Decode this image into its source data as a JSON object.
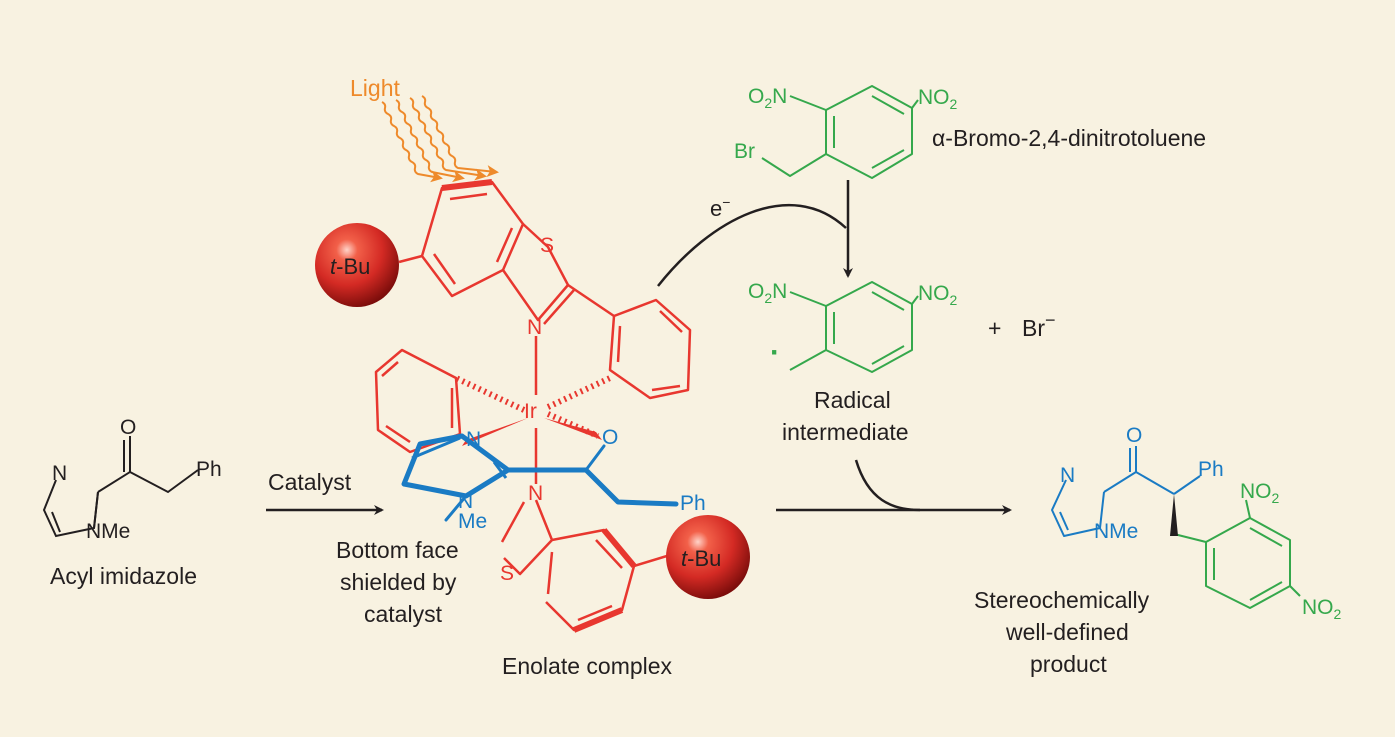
{
  "colors": {
    "background": "#f8f2e1",
    "text": "#231f20",
    "catalyst_red": "#e8372f",
    "substrate_blue": "#1a7bc4",
    "reagent_green": "#35a84c",
    "light_orange": "#ee8a2b",
    "tbu_sphere": "#d42a24"
  },
  "labels": {
    "light": "Light",
    "electron": "e",
    "electron_sup": "−",
    "reagent_name": "α-Bromo-2,4-dinitrotoluene",
    "bromide_plus": "+",
    "bromide": "Br",
    "bromide_sup": "−",
    "radical_line1": "Radical",
    "radical_line2": "intermediate",
    "catalyst_arrow": "Catalyst",
    "acyl_imidazole": "Acyl imidazole",
    "bottom_face_line1": "Bottom face",
    "bottom_face_line2": "shielded by",
    "bottom_face_line3": "catalyst",
    "enolate_complex": "Enolate complex",
    "product_line1": "Stereochemically",
    "product_line2": "well-defined",
    "product_line3": "product"
  },
  "atoms": {
    "tBu_prefix": "t",
    "tBu_suffix": "-Bu",
    "S": "S",
    "N": "N",
    "Ir": "Ir",
    "O": "O",
    "Ph": "Ph",
    "Me": "Me",
    "NMe": "NMe",
    "Br": "Br",
    "NO2_main": "NO",
    "NO2_sub": "2",
    "O2N_O": "O",
    "O2N_sub": "2",
    "O2N_N": "N",
    "radical_dot": "·"
  }
}
